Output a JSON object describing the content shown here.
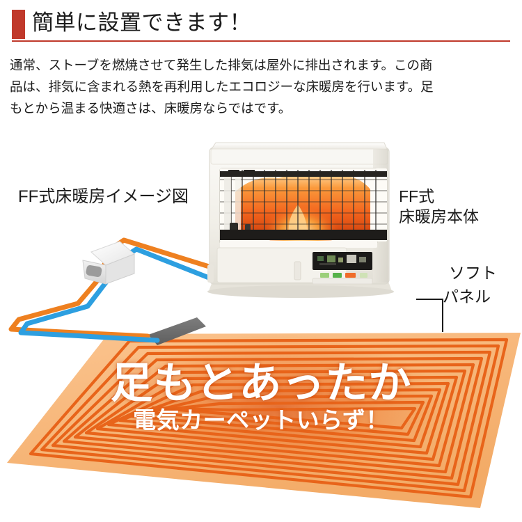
{
  "header": {
    "title": "簡単に設置できます！",
    "accent_color": "#c0392b"
  },
  "body": {
    "line1": "通常、ストーブを燃焼させて発生した排気は屋外に排出されます。この商",
    "line2": "品は、排気に含まれる熱を再利用したエコロジーな床暖房を行います。足",
    "line3": "もとから温まる快適さは、床暖房ならではです。"
  },
  "diagram": {
    "label_diagram": "FF式床暖房イメージ図",
    "label_unit_line1": "FF式",
    "label_unit_line2": "床暖房本体",
    "label_soft": "ソフト",
    "label_panel": "パネル",
    "pipe_hot_color": "#ee8020",
    "pipe_cold_color": "#2d9fe0",
    "panel_color": "#f7b77a",
    "panel_tube_color": "#e8641a",
    "connector_color": "#6e6e6e",
    "flame_color": "#f26d21",
    "stove_body_color": "#f2f0ea"
  },
  "headline": {
    "main": "足もとあったか",
    "sub": "電気カーペットいらず！"
  }
}
